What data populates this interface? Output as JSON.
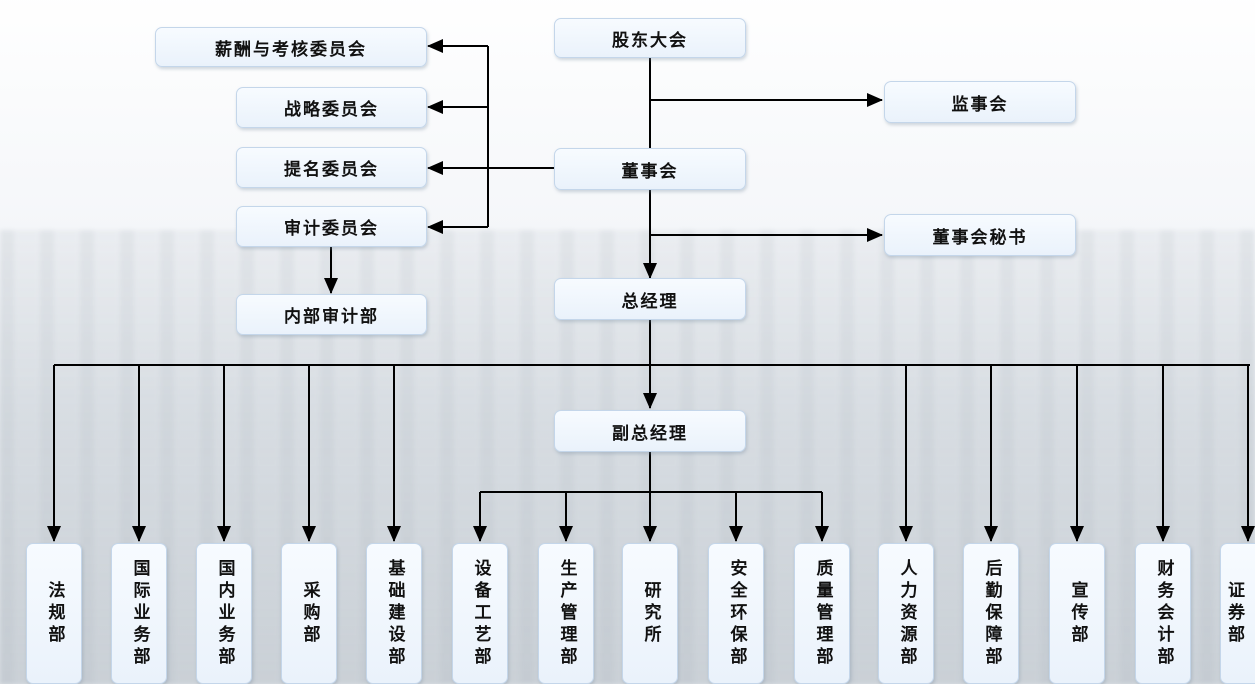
{
  "top": {
    "shareholders": "股东大会",
    "supervisors": "监事会",
    "board": "董事会",
    "board_secretary": "董事会秘书",
    "general_manager": "总经理",
    "deputy_general_manager": "副总经理"
  },
  "committees": {
    "compensation": "薪酬与考核委员会",
    "strategy": "战略委员会",
    "nomination": "提名委员会",
    "audit": "审计委员会",
    "internal_audit": "内部审计部"
  },
  "departments": [
    "法规部",
    "国际业务部",
    "国内业务部",
    "采购部",
    "基础建设部",
    "设备工艺部",
    "生产管理部",
    "研究所",
    "安全环保部",
    "质量管理部",
    "人力资源部",
    "后勤保障部",
    "宣传部",
    "财务会计部",
    "证券部"
  ],
  "colors": {
    "line": "#000000",
    "box_border": "#c4d6ea",
    "box_fill": "#eef4fb"
  }
}
